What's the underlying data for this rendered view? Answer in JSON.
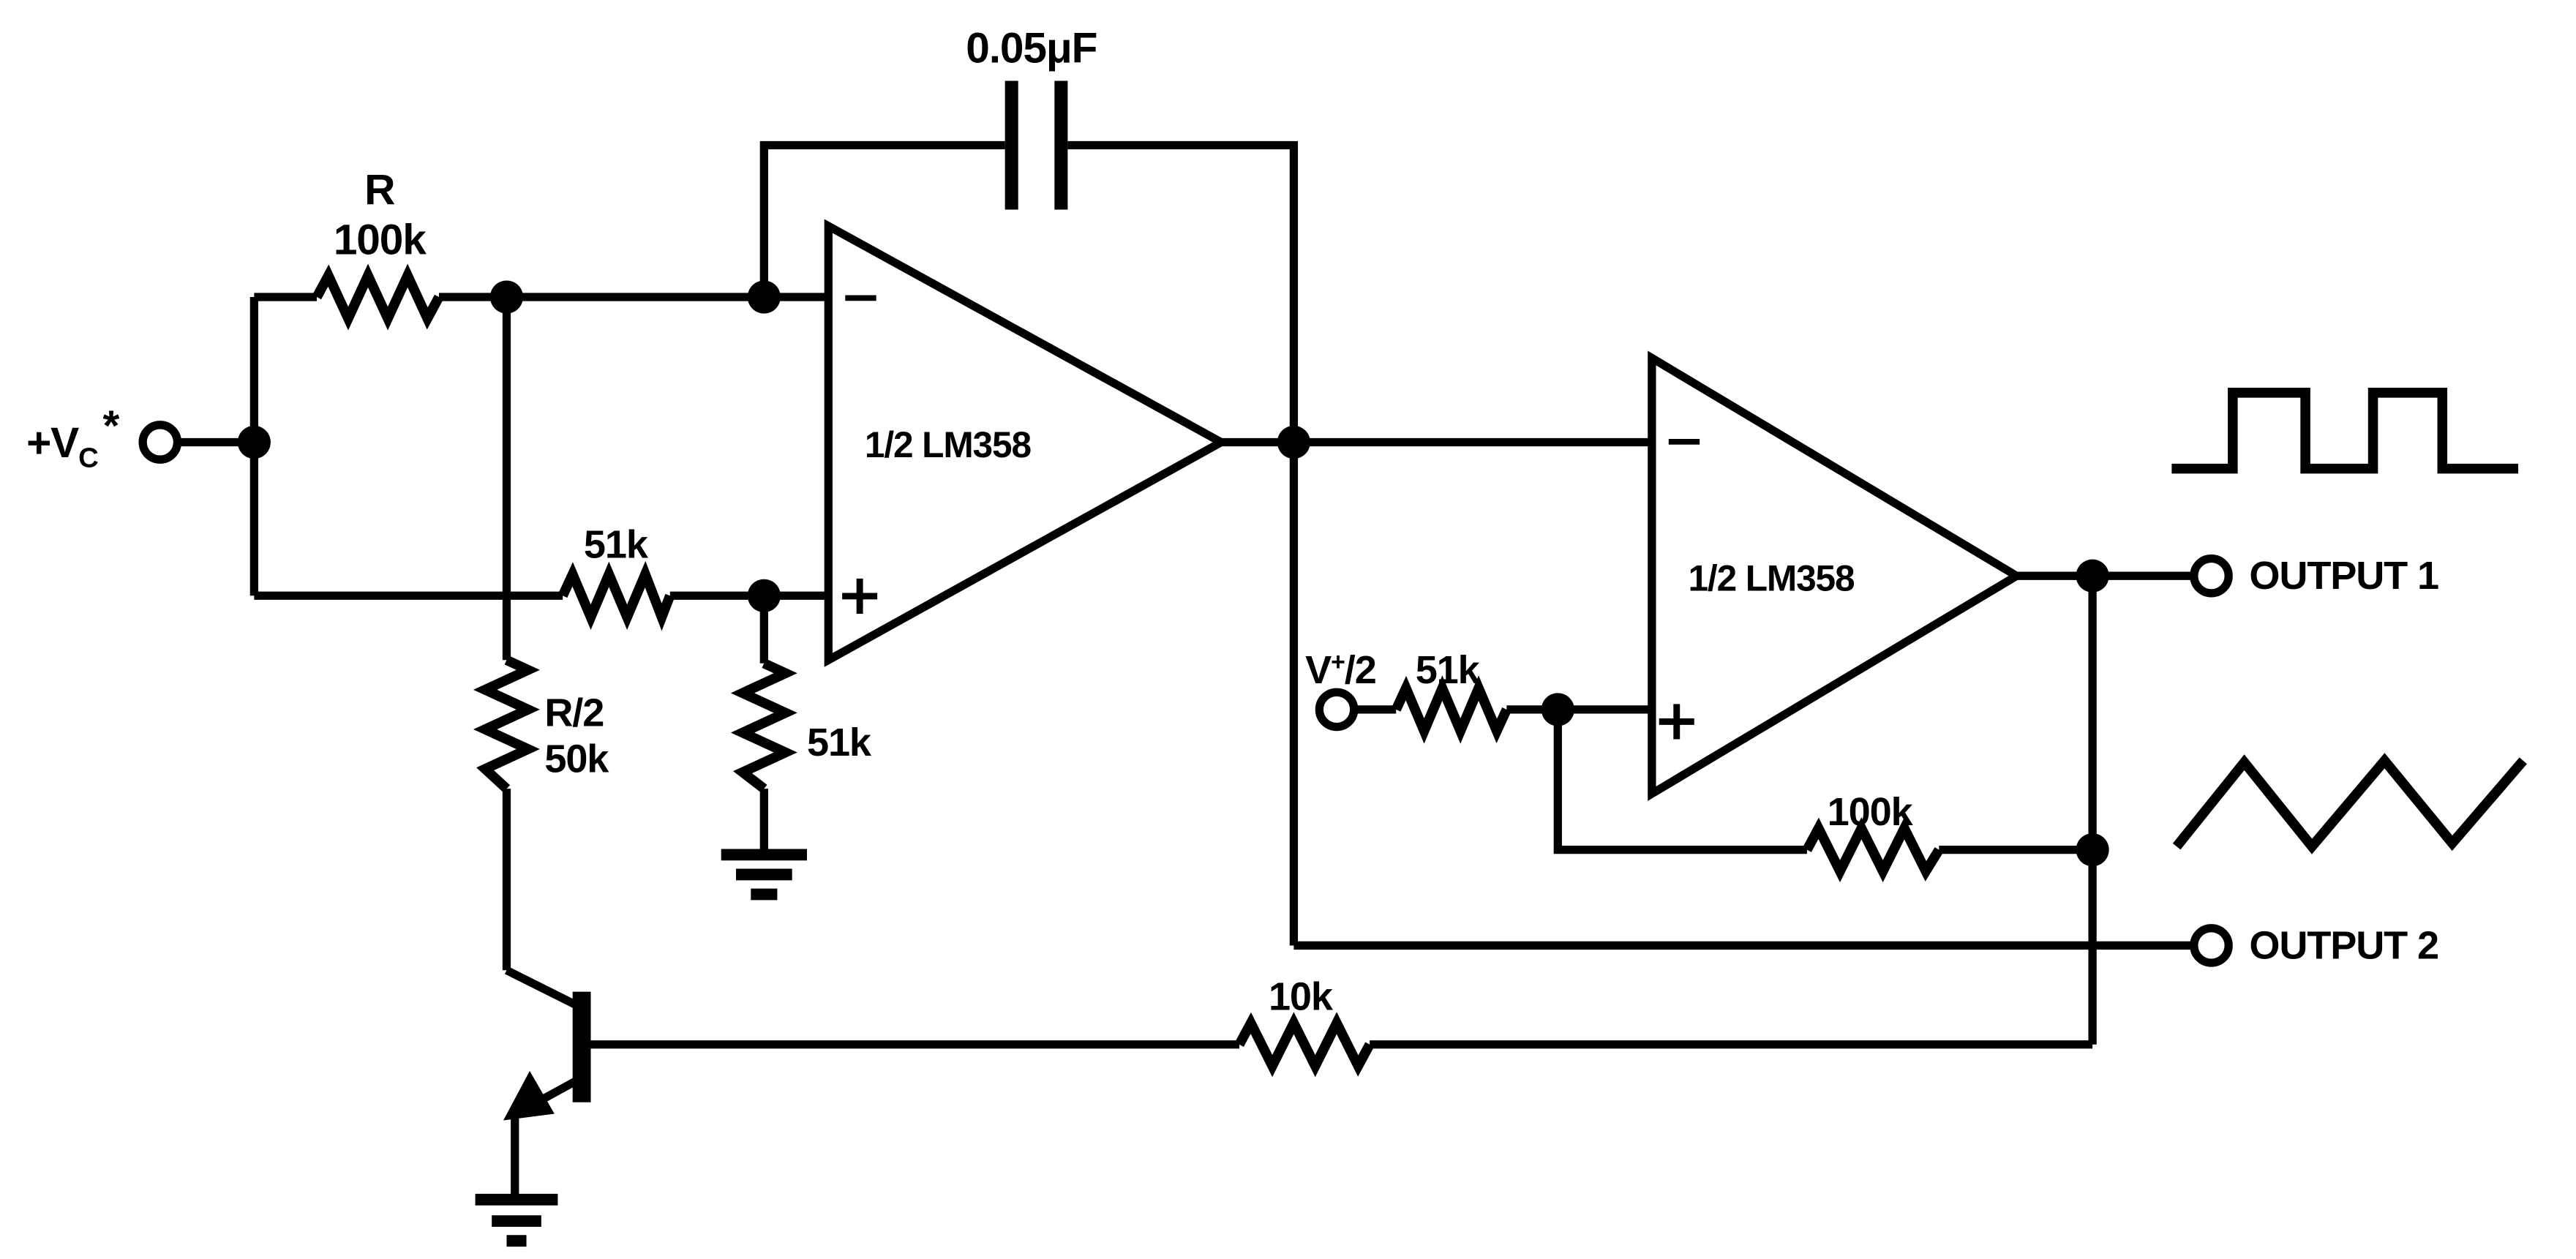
{
  "colors": {
    "ink": "#000000",
    "background": "#ffffff"
  },
  "schematic": {
    "description": "Voltage-controlled oscillator circuit using dual LM358 op-amps, producing square and triangle wave outputs",
    "capacitor": {
      "value": "0.05μF"
    },
    "resistor_r": {
      "name": "R",
      "value": "100k"
    },
    "resistor_51k_in": {
      "value": "51k"
    },
    "resistor_r_half": {
      "name": "R/2",
      "value": "50k"
    },
    "resistor_51k_gnd": {
      "value": "51k"
    },
    "resistor_51k_ref": {
      "value": "51k"
    },
    "resistor_100k_fb": {
      "value": "100k"
    },
    "resistor_10k": {
      "value": "10k"
    },
    "opamp1": {
      "label": "1/2 LM358",
      "inverting": "−",
      "noninverting": "+"
    },
    "opamp2": {
      "label": "1/2 LM358",
      "inverting": "−",
      "noninverting": "+"
    },
    "input_vc": {
      "prefix": "+V",
      "subscript": "C",
      "star": "*"
    },
    "input_vref": {
      "base": "V",
      "superscript": "+",
      "rest": "/2"
    },
    "output1": {
      "label": "OUTPUT 1"
    },
    "output2": {
      "label": "OUTPUT 2"
    }
  }
}
